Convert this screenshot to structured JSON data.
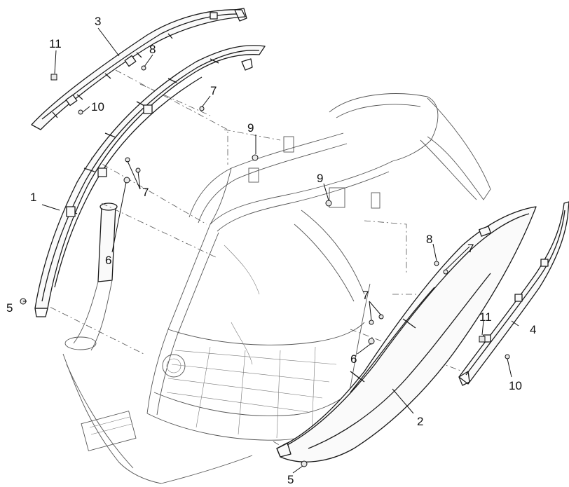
{
  "callouts": {
    "c1": "1",
    "c2": "2",
    "c3": "3",
    "c4": "4",
    "c5a": "5",
    "c5b": "5",
    "c6a": "6",
    "c6b": "6",
    "c7a": "7",
    "c7b": "7",
    "c7c": "7",
    "c7d": "7",
    "c8a": "8",
    "c8b": "8",
    "c9a": "9",
    "c9b": "9",
    "c10a": "10",
    "c10b": "10",
    "c11a": "11",
    "c11b": "11"
  },
  "colors": {
    "line": "#1a1a1a",
    "background": "#ffffff"
  }
}
